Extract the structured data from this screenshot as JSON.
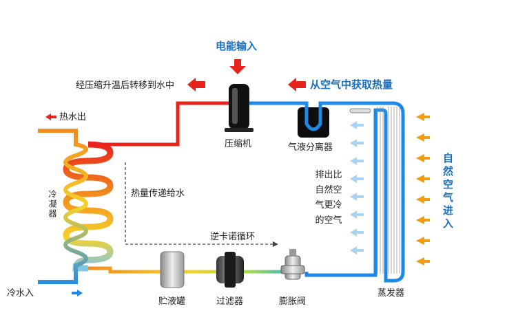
{
  "title": "电能输入",
  "labels": {
    "heat_transfer_note": "经压缩升温后转移到水中",
    "heat_from_air": "从空气中获取热量",
    "hot_water_out": "热水出",
    "cold_water_in": "冷水入",
    "condenser": "冷凝器",
    "compressor": "压缩机",
    "gas_liquid_separator": "气液分离器",
    "heat_to_water": "热量传递给水",
    "reverse_carnot": "逆卡诺循环",
    "exhaust_air": "排出比自然空气更冷的空气",
    "natural_air_in": "自然空气进入",
    "receiver": "贮液罐",
    "filter": "过滤器",
    "expansion_valve": "膨胀阀",
    "evaporator": "蒸发器"
  },
  "colors": {
    "hot_pipe": "#e8231b",
    "cold_pipe": "#1e88e5",
    "arrow_red": "#e8231b",
    "arrow_orange": "#f39c12",
    "arrow_lightblue": "#a9d4f5",
    "label_blue": "#1a6fc0"
  }
}
